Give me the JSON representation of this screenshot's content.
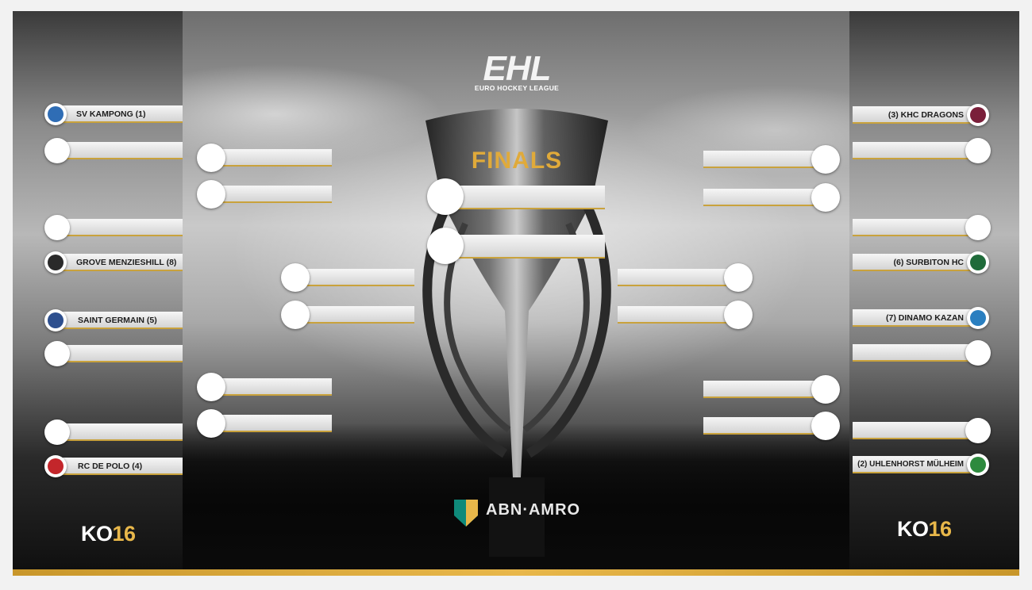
{
  "brand": {
    "ehl": "EHL",
    "ehl_subtitle": "EURO HOCKEY LEAGUE",
    "finals": "FINALS",
    "sponsor": "ABN·AMRO",
    "ko_prefix": "KO",
    "ko_number": "16"
  },
  "left_teams": [
    {
      "name": "SV KAMPONG (1)",
      "icon": "kampong-logo-icon",
      "color": "#2f6db5"
    },
    {
      "name": "GROVE MENZIESHILL (8)",
      "icon": "grove-menzieshill-logo-icon",
      "color": "#2a2a2a"
    },
    {
      "name": "SAINT GERMAIN (5)",
      "icon": "saint-germain-logo-icon",
      "color": "#2d4f8e"
    },
    {
      "name": "RC DE POLO (4)",
      "icon": "rc-de-polo-logo-icon",
      "color": "#c3262b"
    }
  ],
  "right_teams": [
    {
      "name": "(3) KHC DRAGONS",
      "icon": "khc-dragons-logo-icon",
      "color": "#7a1f3a"
    },
    {
      "name": "(6) SURBITON HC",
      "icon": "surbiton-logo-icon",
      "color": "#1f6b3a"
    },
    {
      "name": "(7) DINAMO KAZAN",
      "icon": "dinamo-kazan-logo-icon",
      "color": "#2a7fc0"
    },
    {
      "name": "(2) UHLENHORST MÜLHEIM",
      "icon": "uhlenhorst-logo-icon",
      "color": "#2e8a3e"
    }
  ],
  "colors": {
    "gold": "#e0aa3a",
    "slot": "#e6e6e6"
  }
}
